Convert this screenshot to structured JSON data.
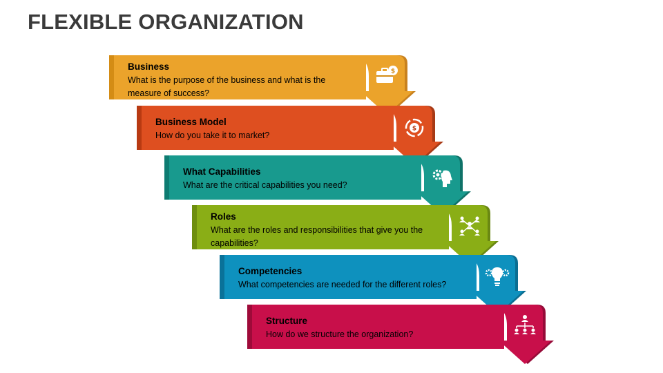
{
  "slide": {
    "title": "FLEXIBLE ORGANIZATION"
  },
  "steps": [
    {
      "title": "Business",
      "description_lines": [
        "What is the purpose of the business and what is the",
        "measure of success?"
      ],
      "icon": "briefcase-dollar-icon",
      "color": "#EBA32B",
      "edge": "#D48C15",
      "dark": "#C8811E"
    },
    {
      "title": "Business Model",
      "description_lines": [
        "How do you take it to market?"
      ],
      "icon": "dollar-cycle-icon",
      "color": "#DE4F20",
      "edge": "#B83A12",
      "dark": "#A73A16"
    },
    {
      "title": "What Capabilities",
      "description_lines": [
        "What are the critical capabilities you need?"
      ],
      "icon": "head-gear-icon",
      "color": "#189A8E",
      "edge": "#0E7C72",
      "dark": "#0F7268"
    },
    {
      "title": "Roles",
      "description_lines": [
        "What are the roles and responsibilities that give you the",
        "capabilities?"
      ],
      "icon": "team-network-icon",
      "color": "#8AAE16",
      "edge": "#6E8E0E",
      "dark": "#6A8812"
    },
    {
      "title": "Competencies",
      "description_lines": [
        "What competencies are needed for the different roles?"
      ],
      "icon": "idea-gears-icon",
      "color": "#0E91BE",
      "edge": "#0A7299",
      "dark": "#0B6E92"
    },
    {
      "title": "Structure",
      "description_lines": [
        "How do we structure the organization?"
      ],
      "icon": "org-chart-icon",
      "color": "#C80F4A",
      "edge": "#9E0A39",
      "dark": "#960B38"
    }
  ]
}
